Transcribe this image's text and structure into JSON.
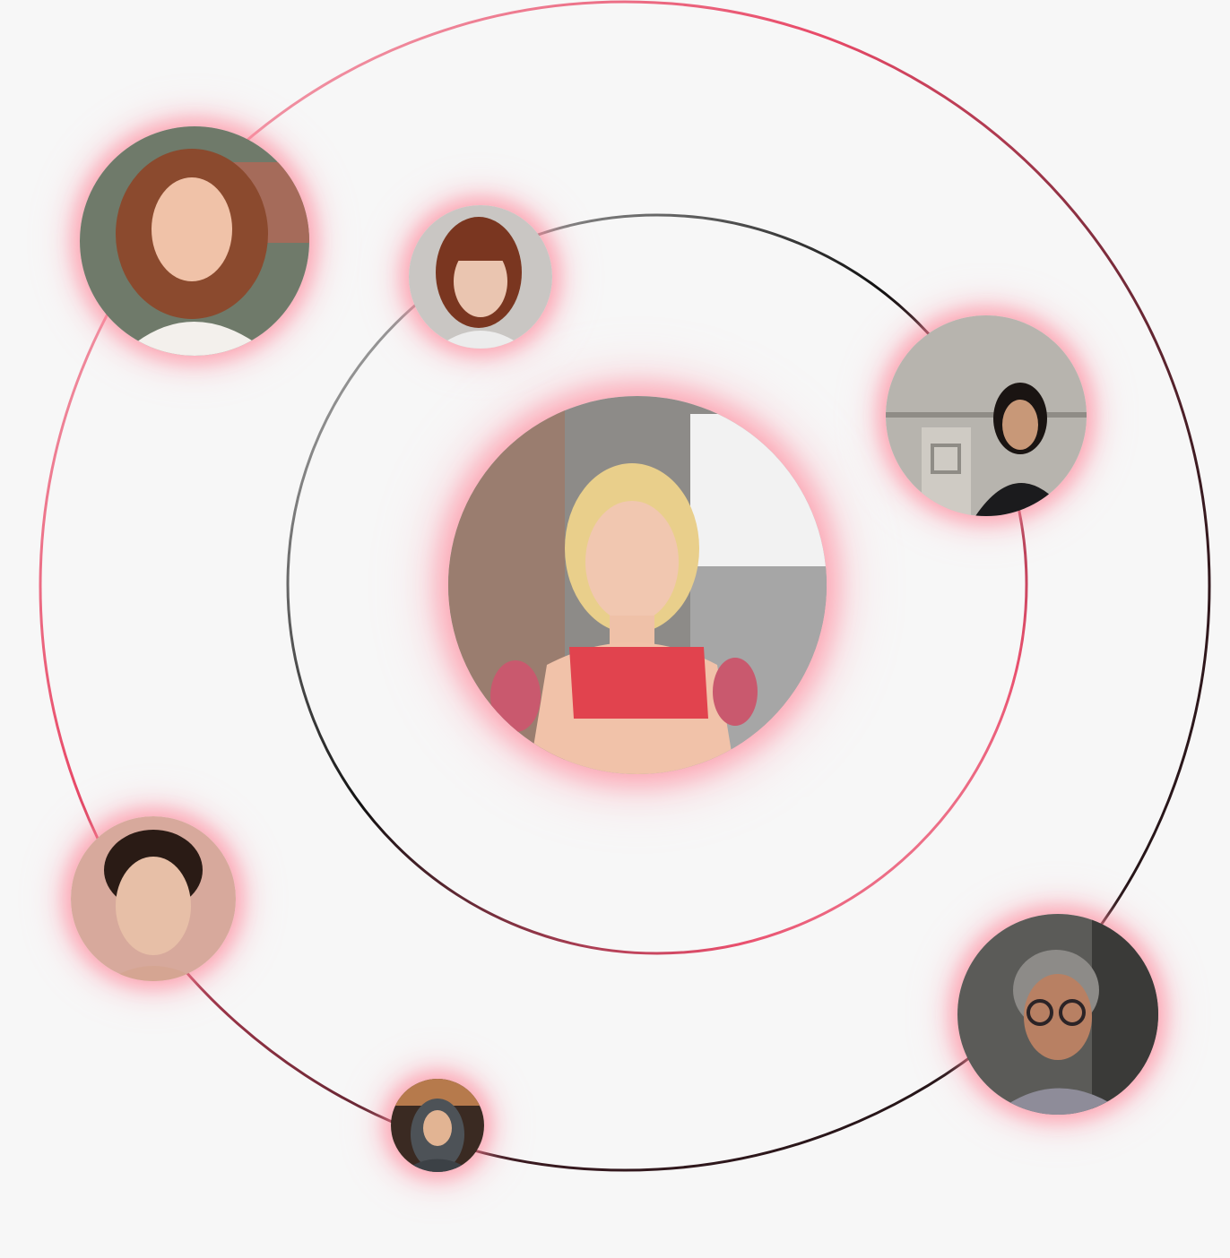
{
  "colors": {
    "background": "#f7f7f7",
    "accent_pink": "#ec4f6c",
    "ring_dark": "#111111",
    "glow": "#ff7a8f"
  },
  "orbits": [
    {
      "name": "outer-orbit",
      "gradient": [
        "#f3aab6",
        "#e84a68",
        "#3a1a20",
        "#111111",
        "#bdbdbd"
      ]
    },
    {
      "name": "inner-orbit",
      "gradient": [
        "#cfcfcf",
        "#111111",
        "#ea5673",
        "#f7c4cd"
      ]
    }
  ],
  "avatars": [
    {
      "name": "avatar-center-woman-dumbbells",
      "icon": "person-portrait"
    },
    {
      "name": "avatar-woman-curly-brown-hair",
      "icon": "person-portrait"
    },
    {
      "name": "avatar-woman-red-bangs",
      "icon": "person-portrait"
    },
    {
      "name": "avatar-woman-short-black-hair",
      "icon": "person-portrait"
    },
    {
      "name": "avatar-woman-dark-bun",
      "icon": "person-portrait"
    },
    {
      "name": "avatar-woman-hijab",
      "icon": "person-portrait"
    },
    {
      "name": "avatar-woman-glasses-grey-hair",
      "icon": "person-portrait"
    }
  ]
}
